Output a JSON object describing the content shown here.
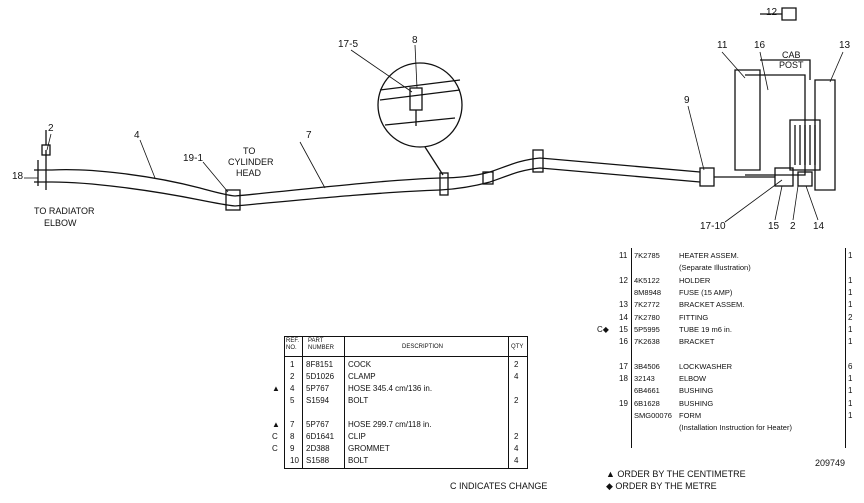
{
  "callouts": {
    "c2a": "2",
    "c18": "18",
    "c4": "4",
    "c19_1": "19-1",
    "c7": "7",
    "c17_5": "17-5",
    "c8": "8",
    "c9": "9",
    "c11": "11",
    "c16": "16",
    "c13": "13",
    "c12": "12",
    "c17_10": "17-10",
    "c15": "15",
    "c2b": "2",
    "c14": "14"
  },
  "notes": {
    "radiator": [
      "TO RADIATOR",
      "ELBOW"
    ],
    "cylinder": [
      "TO",
      "CYLINDER",
      "HEAD"
    ],
    "cab_post": [
      "CAB",
      "POST"
    ]
  },
  "table_left": {
    "headers": {
      "ref": "REF. NO.",
      "part": "PART NUMBER",
      "desc": "DESCRIPTION",
      "qty": "QTY"
    },
    "rows": [
      {
        "mark": "",
        "ref": "1",
        "part": "8F8151",
        "desc": "COCK",
        "qty": "2"
      },
      {
        "mark": "",
        "ref": "2",
        "part": "5D1026",
        "desc": "CLAMP",
        "qty": "4"
      },
      {
        "mark": "▲",
        "ref": "4",
        "part": "5P767",
        "desc": "HOSE  345.4 cm/136 in.",
        "qty": ""
      },
      {
        "mark": "",
        "ref": "5",
        "part": "S1594",
        "desc": "BOLT",
        "qty": "2"
      },
      {
        "mark": "▲",
        "ref": "7",
        "part": "5P767",
        "desc": "HOSE  299.7 cm/118 in.",
        "qty": ""
      },
      {
        "mark": "C",
        "ref": "8",
        "part": "6D1641",
        "desc": "CLIP",
        "qty": "2"
      },
      {
        "mark": "C",
        "ref": "9",
        "part": "2D388",
        "desc": "GROMMET",
        "qty": "4"
      },
      {
        "mark": "",
        "ref": "10",
        "part": "S1588",
        "desc": "BOLT",
        "qty": "4"
      }
    ],
    "footer": "C INDICATES CHANGE"
  },
  "table_right": {
    "rows": [
      {
        "mark": "",
        "ref": "11",
        "part": "7K2785",
        "desc": "HEATER ASSEM.",
        "qty": "1"
      },
      {
        "mark": "",
        "ref": "",
        "part": "",
        "desc": "(Separate Illustration)",
        "qty": ""
      },
      {
        "mark": "",
        "ref": "12",
        "part": "4K5122",
        "desc": "HOLDER",
        "qty": "1"
      },
      {
        "mark": "",
        "ref": "",
        "part": "8M8948",
        "desc": "FUSE  (15 AMP)",
        "qty": "1"
      },
      {
        "mark": "",
        "ref": "13",
        "part": "7K2772",
        "desc": "BRACKET ASSEM.",
        "qty": "1"
      },
      {
        "mark": "",
        "ref": "14",
        "part": "7K2780",
        "desc": "FITTING",
        "qty": "2"
      },
      {
        "mark": "C◆",
        "ref": "15",
        "part": "5P5995",
        "desc": "TUBE  19 m6 in.",
        "qty": "1"
      },
      {
        "mark": "",
        "ref": "16",
        "part": "7K2638",
        "desc": "BRACKET",
        "qty": "1"
      },
      {
        "mark": "",
        "ref": "",
        "part": "",
        "desc": "",
        "qty": ""
      },
      {
        "mark": "",
        "ref": "17",
        "part": "3B4506",
        "desc": "LOCKWASHER",
        "qty": "6"
      },
      {
        "mark": "",
        "ref": "18",
        "part": "32143",
        "desc": "ELBOW",
        "qty": "1"
      },
      {
        "mark": "",
        "ref": "",
        "part": "6B4661",
        "desc": "BUSHING",
        "qty": "1"
      },
      {
        "mark": "",
        "ref": "19",
        "part": "6B1628",
        "desc": "BUSHING",
        "qty": "1"
      },
      {
        "mark": "",
        "ref": "",
        "part": "SMG00076",
        "desc": "FORM",
        "qty": "1"
      },
      {
        "mark": "",
        "ref": "",
        "part": "",
        "desc": "(Installation Instruction for Heater)",
        "qty": ""
      }
    ],
    "doc_number": "209749",
    "legend": [
      "▲ ORDER BY THE CENTIMETRE",
      "◆ ORDER BY THE METRE"
    ]
  }
}
